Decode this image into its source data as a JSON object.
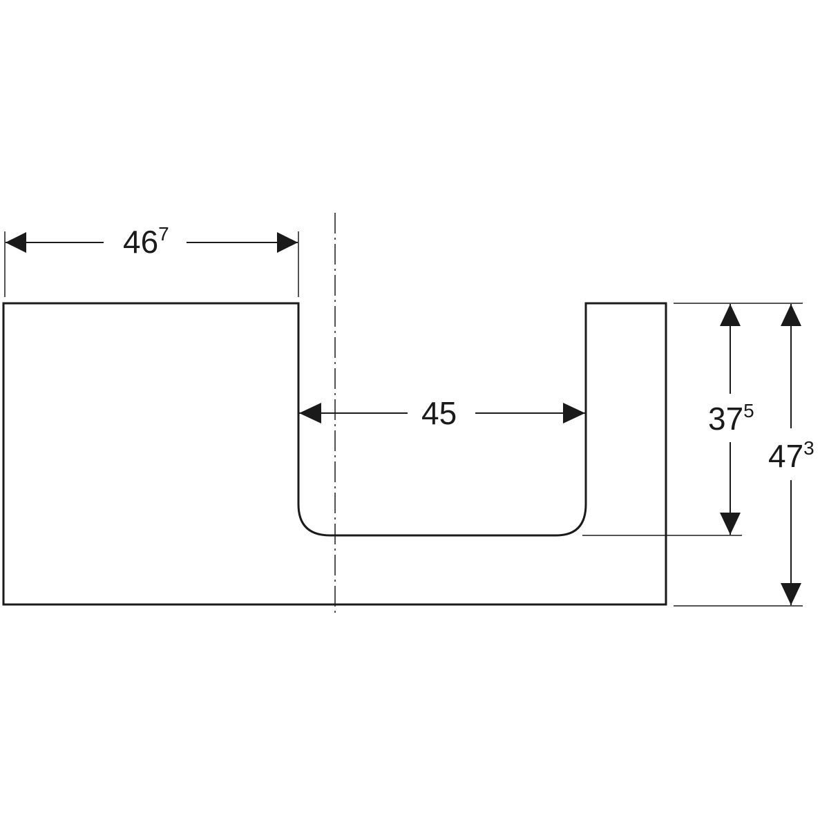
{
  "drawing": {
    "line_color": "#1a1a1a",
    "dimensions": {
      "left_width": {
        "main": "46",
        "sup": "7"
      },
      "opening_width": {
        "main": "45",
        "sup": ""
      },
      "inner_height": {
        "main": "37",
        "sup": "5"
      },
      "total_height": {
        "main": "47",
        "sup": "3"
      }
    }
  }
}
